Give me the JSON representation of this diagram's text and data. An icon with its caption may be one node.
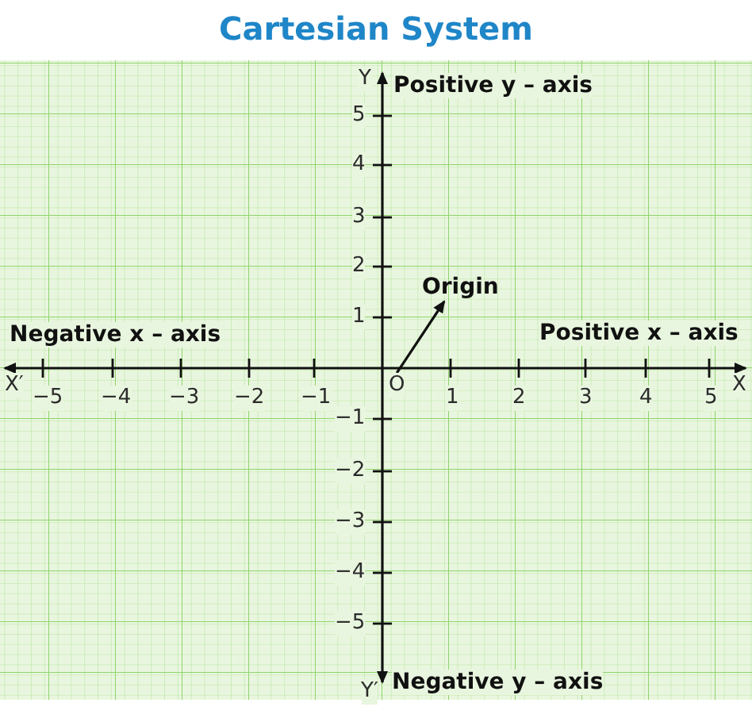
{
  "diagram": {
    "title": "Cartesian System",
    "nodes": [
      {
        "text": [
          "Origin"
        ]
      },
      {
        "text": [
          "O"
        ]
      }
    ],
    "edges": [
      {
        "from": 1,
        "to": 0,
        "arrow": "to"
      }
    ],
    "labels": [
      "Y",
      "Positive y – axis",
      "5",
      "4",
      "3",
      "2",
      "1",
      "Negative x – axis",
      "Positive x – axis",
      "X′",
      "−5",
      "−4",
      "−3",
      "−2",
      "−1",
      "1",
      "2",
      "3",
      "4",
      "5",
      "X",
      "−1",
      "−2",
      "−3",
      "−4",
      "−5",
      "Y′",
      "Negative y – axis"
    ]
  }
}
